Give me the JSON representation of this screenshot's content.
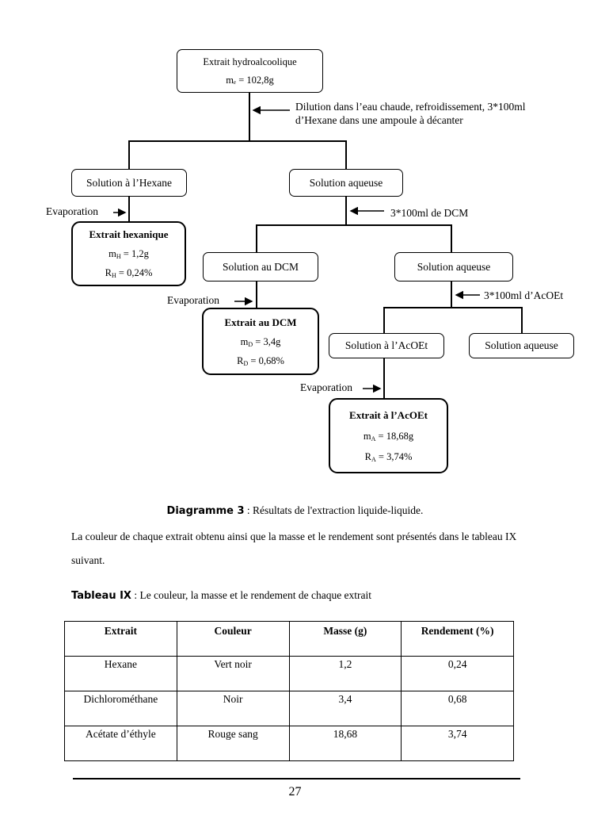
{
  "diagram": {
    "root": {
      "title": "Extrait hydroalcoolique",
      "mass": "mₑ = 102,8g"
    },
    "step1_note": [
      "Dilution dans l’eau chaude, refroidissement, 3*100ml",
      "d’Hexane dans une ampoule à décanter"
    ],
    "hexane_solution": "Solution à l’Hexane",
    "aqueous_1": "Solution aqueuse",
    "evap": "Evaporation",
    "hexane_extract": {
      "title": "Extrait hexanique",
      "m_var": "m",
      "m_sub": "H",
      "m_val": "= 1,2g",
      "r_var": "R",
      "r_sub": "H",
      "r_val": "= 0,24%"
    },
    "step2_note": "3*100ml de DCM",
    "dcm_solution": "Solution au DCM",
    "aqueous_2": "Solution aqueuse",
    "dcm_extract": {
      "title": "Extrait au DCM",
      "m_var": "m",
      "m_sub": "D",
      "m_val": "= 3,4g",
      "r_var": "R",
      "r_sub": "D",
      "r_val": "= 0,68%"
    },
    "step3_note": "3*100ml d’AcOEt",
    "acoet_solution": "Solution à l’AcOEt",
    "aqueous_3": "Solution aqueuse",
    "acoet_extract": {
      "title": "Extrait à l’AcOEt",
      "m_var": "m",
      "m_sub": "A",
      "m_val": "= 18,68g",
      "r_var": "R",
      "r_sub": "A",
      "r_val": "= 3,74%"
    }
  },
  "caption": {
    "label": "Diagramme 3",
    "text": " : Résultats de l'extraction liquide-liquide."
  },
  "paragraph": "La couleur de chaque extrait obtenu ainsi que la masse et le rendement sont présentés dans le tableau IX suivant.",
  "table_caption": {
    "label": "Tableau IX",
    "text": " : Le couleur, la masse et le rendement de chaque extrait"
  },
  "table": {
    "headers": [
      "Extrait",
      "Couleur",
      "Masse (g)",
      "Rendement (%)"
    ],
    "rows": [
      [
        "Hexane",
        "Vert noir",
        "1,2",
        "0,24"
      ],
      [
        "Dichlorométhane",
        "Noir",
        "3,4",
        "0,68"
      ],
      [
        "Acétate d’éthyle",
        "Rouge sang",
        "18,68",
        "3,74"
      ]
    ]
  },
  "page_number": "27"
}
